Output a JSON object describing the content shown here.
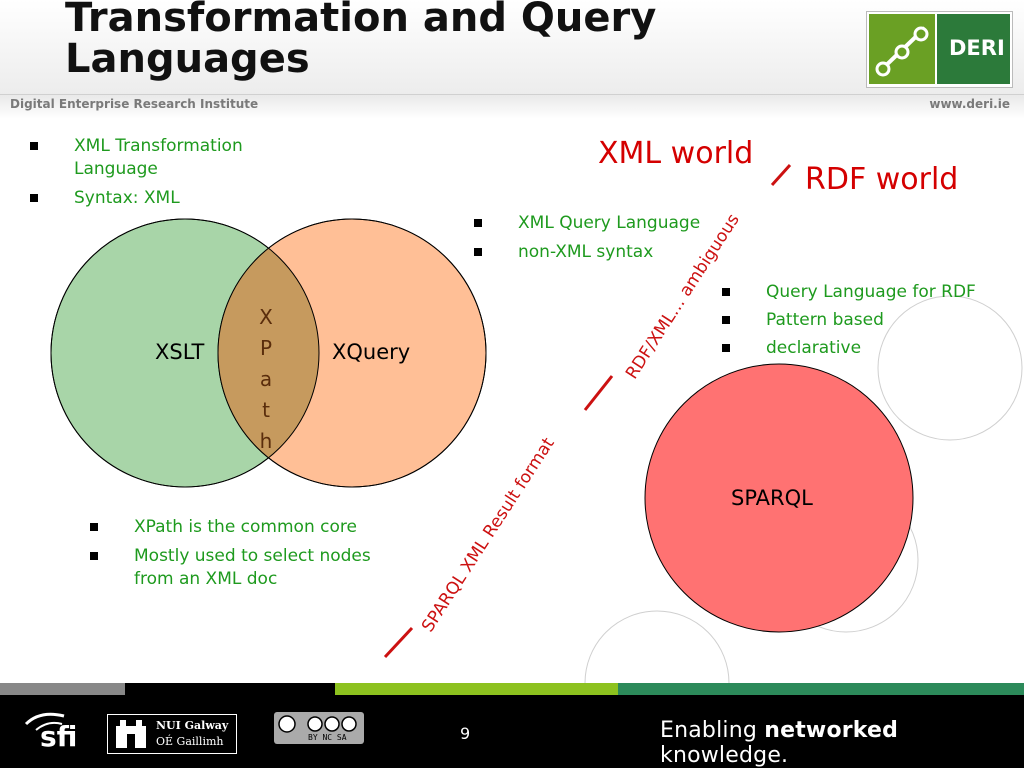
{
  "header": {
    "title": "Transformation and Query Languages",
    "institute": "Digital Enterprise Research Institute",
    "website": "www.deri.ie",
    "logo_text": "DERI"
  },
  "xslt_bullets": [
    "XML Transformation Language",
    "Syntax: XML"
  ],
  "xquery_bullets": [
    "XML Query Language",
    "non-XML syntax"
  ],
  "sparql_bullets": [
    "Query Language for RDF",
    "Pattern based",
    "declarative"
  ],
  "xpath_bullets": [
    "XPath is the common core",
    "Mostly used to select nodes from an XML doc"
  ],
  "venn": {
    "left_label": "XSLT",
    "right_label": "XQuery",
    "overlap_label_letters": [
      "X",
      "P",
      "a",
      "t",
      "h"
    ],
    "left_color": "#a8d5a8",
    "right_color": "#ffbf96",
    "overlap_color": "#c69a5e"
  },
  "sparql_circle": {
    "label": "SPARQL",
    "color": "#ff7272"
  },
  "worlds": {
    "xml": "XML world",
    "rdf": "RDF world"
  },
  "divider_labels": {
    "upper": "RDF/XML… ambiguous",
    "lower": "SPARQL XML Result format"
  },
  "footer": {
    "page_number": "9",
    "tagline_pre": "Enabling ",
    "tagline_bold": "networked",
    "tagline_post": " knowledge.",
    "nui_line1": "NUI Galway",
    "nui_line2": "OÉ Gaillimh",
    "sfi_text": "sfi",
    "cc_text": "BY NC SA"
  },
  "colors": {
    "bullet_text": "#1e9a1e",
    "accent_red": "#d40000",
    "stripe": [
      "#888888",
      "#000000",
      "#8dc21f",
      "#2c8a5a"
    ]
  }
}
